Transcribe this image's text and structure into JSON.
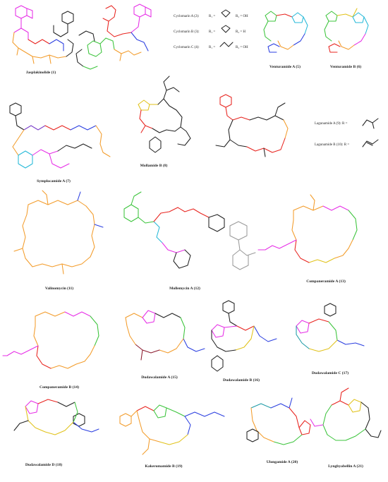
{
  "figure": {
    "compounds": [
      {
        "label": "Jasplakinolide (1)"
      },
      {
        "label": "Venturamide A (5)"
      },
      {
        "label": "Venturamide B (6)"
      },
      {
        "label": "Symplocamide A (7)"
      },
      {
        "label": "Mollamide B (8)"
      },
      {
        "label": "Valinomycin (11)"
      },
      {
        "label": "Mollemycin A (12)"
      },
      {
        "label": "Companeramide A (13)"
      },
      {
        "label": "Companeramide B (14)"
      },
      {
        "label": "Dudawalamide A (15)"
      },
      {
        "label": "Dudawalamide B (16)"
      },
      {
        "label": "Dudawalamide C (17)"
      },
      {
        "label": "Dudawalamide D (18)"
      },
      {
        "label": "Kakeromamide B (19)"
      },
      {
        "label": "Ulongamide A (20)"
      },
      {
        "label": "Lyngbyabellin A (21)"
      }
    ],
    "cyclomarins": [
      {
        "name": "Cyclomarin A (2):",
        "r1": "R₁ =",
        "r2": "R₂ = OH"
      },
      {
        "name": "Cyclomarin B (3):",
        "r1": "R₁ =",
        "r2": "R₂ = H"
      },
      {
        "name": "Cyclomarin C (4):",
        "r1": "R₁ =",
        "r2": "R₂ = OH"
      }
    ],
    "lagunamides": [
      {
        "name": "Lagunamide A (9): R ="
      },
      {
        "name": "Lagunamide B (10): R ="
      }
    ],
    "colors": {
      "magenta": "#e62ee6",
      "orange": "#f39c2b",
      "red": "#e8241f",
      "green": "#3cc43c",
      "blue": "#2b3fe0",
      "teal": "#1d9aa6",
      "cyan": "#25b9d8",
      "purple": "#7a3fc9",
      "yellow": "#e1c21a",
      "gray": "#9a9a9a",
      "darkred": "#8b1a2e",
      "black": "#222222"
    }
  }
}
